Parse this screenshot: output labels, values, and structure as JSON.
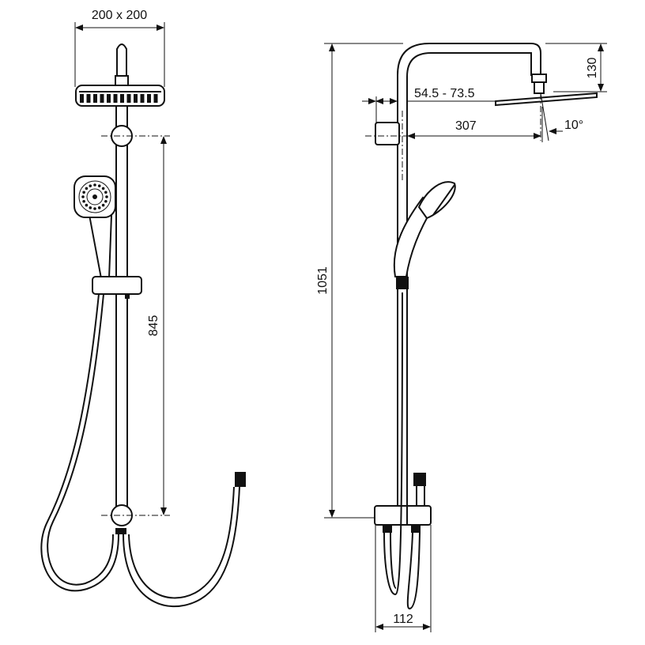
{
  "title": "Shower system technical drawing",
  "front_view": {
    "head_size": "200 x 200",
    "rail_height": "845"
  },
  "side_view": {
    "total_height": "1051",
    "head_drop": "130",
    "bracket_range": "54.5 - 73.5",
    "arm_length": "307",
    "head_angle": "10°",
    "mixer_width": "112"
  },
  "colors": {
    "line": "#111111",
    "background": "#ffffff"
  }
}
